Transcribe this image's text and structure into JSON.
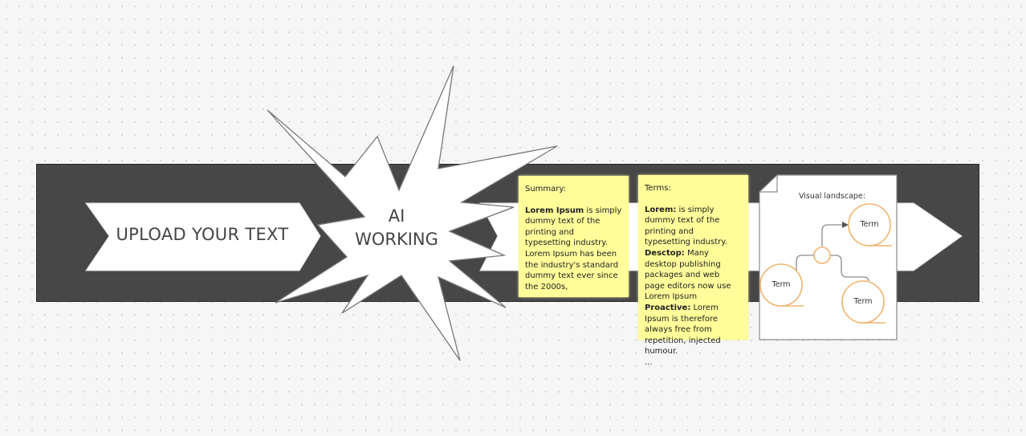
{
  "diagram": {
    "upload_label": "UPLOAD YOUR TEXT",
    "burst_label_line1": "AI",
    "burst_label_line2": "WORKING"
  },
  "summary_note": {
    "heading": "Summary:",
    "lead": "Lorem Ipsum",
    "body": " is simply dummy text of the printing and typesetting industry. Lorem Ipsum has been the industry's standard dummy text ever since the 2000s,"
  },
  "terms_note": {
    "heading": "Terms:",
    "entries": [
      {
        "term": "Lorem:",
        "text": " is simply dummy text of the printing and typesetting industry."
      },
      {
        "term": "Desctop:",
        "text": " Many desktop publishing packages and web page editors now use Lorem Ipsum"
      },
      {
        "term": "Proactive:",
        "text": " Lorem Ipsum is therefore always free from repetition, injected humour."
      }
    ],
    "ellipsis": "..."
  },
  "visual_landscape": {
    "title": "Visual landscape:",
    "terms": [
      "Term",
      "Term",
      "Term"
    ]
  },
  "colors": {
    "band": "#474747",
    "note": "#fffd99",
    "node_ring": "#f0b46e",
    "shape_fill": "#ffffff"
  }
}
